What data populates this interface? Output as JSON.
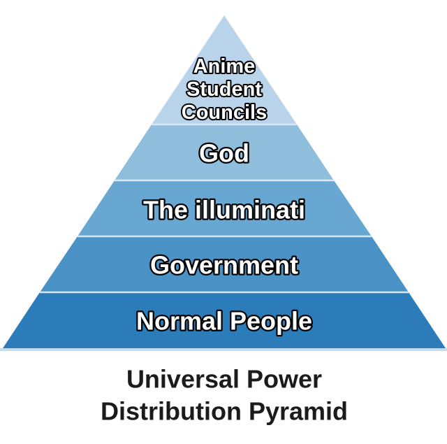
{
  "pyramid": {
    "levels": [
      {
        "label": "Anime Student Councils",
        "lines": [
          "Anime",
          "Student",
          "Councils"
        ],
        "color": "#b9d3ea"
      },
      {
        "label": "God",
        "color": "#8fbedd"
      },
      {
        "label": "The illuminati",
        "color": "#68a7d2"
      },
      {
        "label": "Government",
        "color": "#4a92c5"
      },
      {
        "label": "Normal People",
        "color": "#2c7cba"
      }
    ],
    "separator_color": "#d8e9f5",
    "base_line_color": "#c3dcee",
    "label_text_color": "#ffffff",
    "label_outline_color": "#000000"
  },
  "caption": {
    "line1": "Universal Power",
    "line2": "Distribution Pyramid",
    "color": "#1b1b1b"
  },
  "background_color": "#ffffff"
}
